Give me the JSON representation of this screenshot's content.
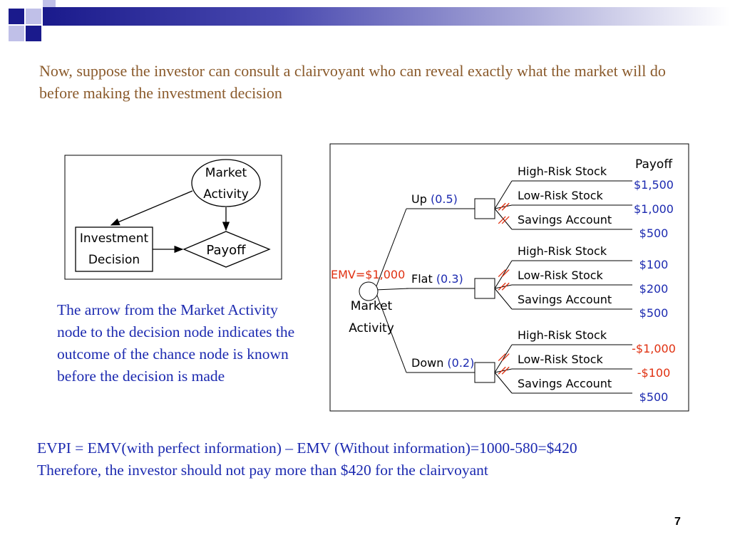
{
  "heading": "Now, suppose the investor can consult a clairvoyant who can reveal exactly what the market will do before making the investment decision",
  "influence_diagram": {
    "market_node": [
      "Market",
      "Activity"
    ],
    "decision_node": [
      "Investment",
      "Decision"
    ],
    "payoff_node": "Payoff"
  },
  "explanation": "The arrow from the Market Activity node to the decision node indicates the outcome of the chance node is known before the decision is made",
  "tree": {
    "payoff_header": "Payoff",
    "emv": "EMV=$1,000",
    "chance_label": [
      "Market",
      "Activity"
    ],
    "branches": [
      {
        "name": "Up",
        "prob": "(0.5)",
        "options": [
          {
            "label": "High-Risk Stock",
            "payoff": "$1,500",
            "payoff_color": "#1c2ab0",
            "pruned": false
          },
          {
            "label": "Low-Risk Stock",
            "payoff": "$1,000",
            "payoff_color": "#1c2ab0",
            "pruned": true
          },
          {
            "label": "Savings Account",
            "payoff": "$500",
            "payoff_color": "#1c2ab0",
            "pruned": true
          }
        ]
      },
      {
        "name": "Flat",
        "prob": "(0.3)",
        "options": [
          {
            "label": "High-Risk Stock",
            "payoff": "$100",
            "payoff_color": "#1c2ab0",
            "pruned": true
          },
          {
            "label": "Low-Risk Stock",
            "payoff": "$200",
            "payoff_color": "#1c2ab0",
            "pruned": true
          },
          {
            "label": "Savings Account",
            "payoff": "$500",
            "payoff_color": "#1c2ab0",
            "pruned": false
          }
        ]
      },
      {
        "name": "Down",
        "prob": "(0.2)",
        "options": [
          {
            "label": "High-Risk Stock",
            "payoff": "-$1,000",
            "payoff_color": "#e03010",
            "pruned": true
          },
          {
            "label": "Low-Risk Stock",
            "payoff": "-$100",
            "payoff_color": "#e03010",
            "pruned": true
          },
          {
            "label": "Savings Account",
            "payoff": "$500",
            "payoff_color": "#1c2ab0",
            "pruned": false
          }
        ]
      }
    ]
  },
  "evpi": {
    "line1": "EVPI = EMV(with perfect information) – EMV (Without information)=1000-580=$420",
    "line2": "Therefore, the investor should not pay more than $420 for the clairvoyant"
  },
  "page_number": "7",
  "colors": {
    "heading": "#8a5a2b",
    "body_text": "#1c2ab0",
    "emv": "#e03010",
    "prune_marks": "#e03010"
  }
}
